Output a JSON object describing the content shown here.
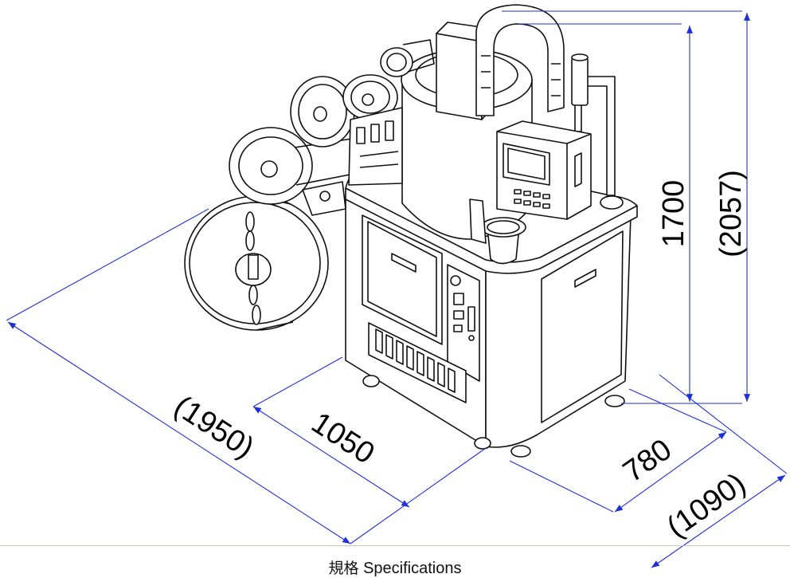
{
  "drawing": {
    "dimensions": {
      "height": "1700",
      "height_overall": "(2057)",
      "depth": "780",
      "depth_overall": "(1090)",
      "width": "1050",
      "width_overall": "(1950)"
    },
    "colors": {
      "dimension_line": "#1f2fd8",
      "machine_line": "#111111"
    }
  },
  "footer": {
    "caption_cjk": "規格",
    "caption_en": "Specifications"
  }
}
